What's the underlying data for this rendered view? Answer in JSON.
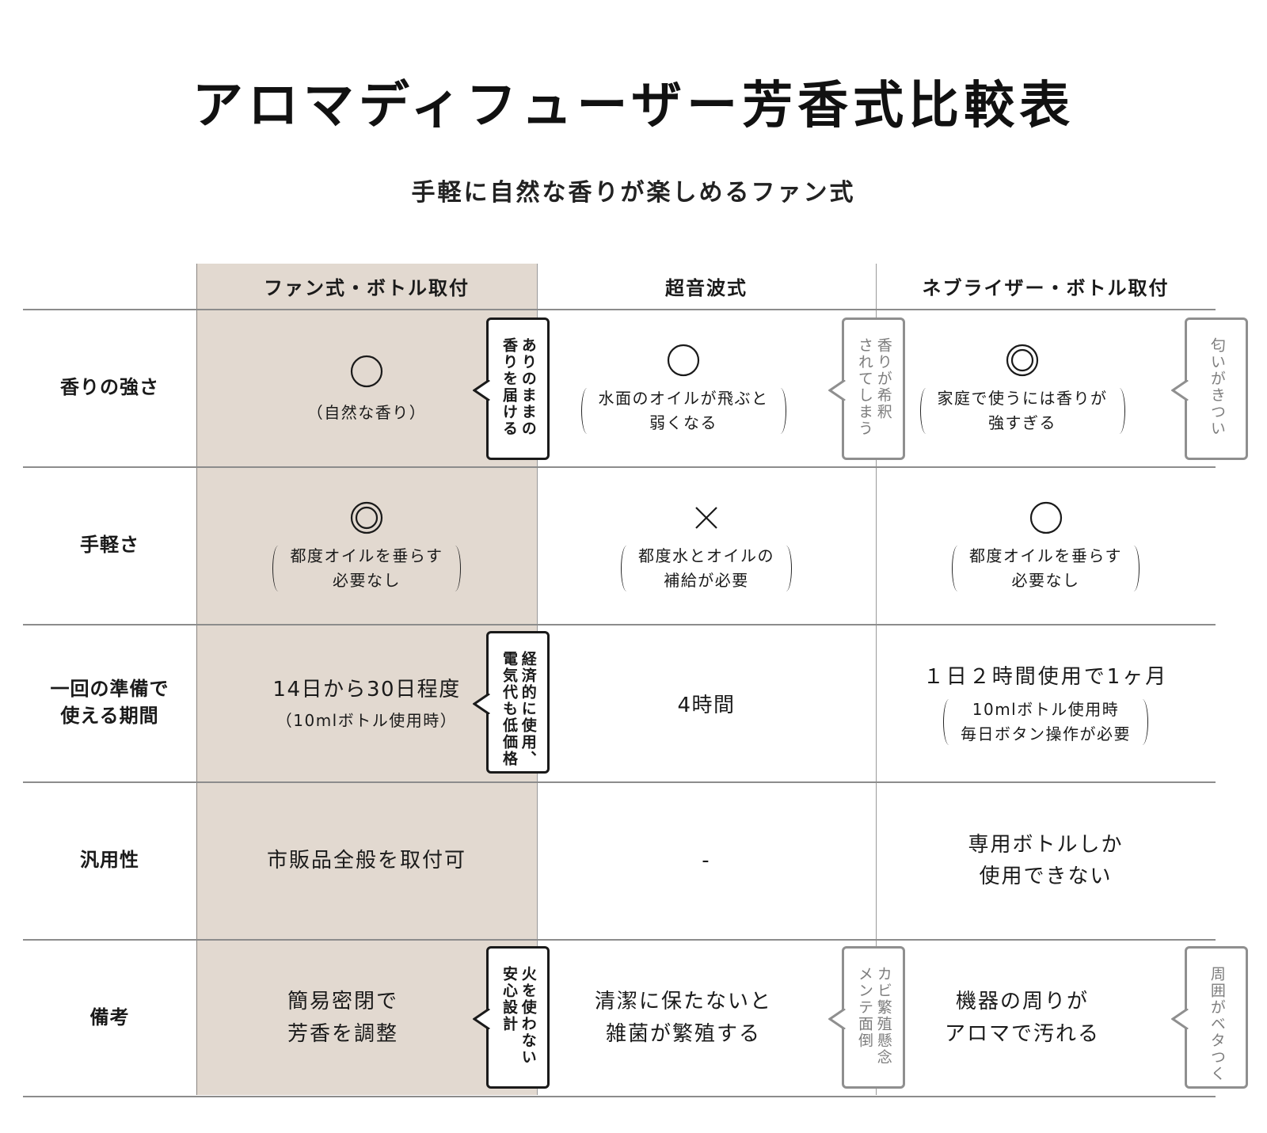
{
  "header": {
    "title": "アロマディフューザー芳香式比較表",
    "subtitle": "手軽に自然な香りが楽しめるファン式"
  },
  "colors": {
    "highlight_column": "#e2d9d0",
    "line": "#8c8c8c",
    "text": "#1a1a1a",
    "bubble_gray": "#8f8f8f"
  },
  "table": {
    "columns": [
      {
        "label": "ファン式・ボトル取付",
        "highlighted": true
      },
      {
        "label": "超音波式"
      },
      {
        "label": "ネブライザー・ボトル取付"
      }
    ],
    "rows": [
      {
        "label": "香りの強さ",
        "cells": [
          {
            "mark": "circle",
            "mark_text": "○",
            "note": "（自然な香り）",
            "bubble": "ありのままの\n香りを届ける"
          },
          {
            "mark": "circle",
            "mark_text": "○",
            "note": "水面のオイルが飛ぶと\n弱くなる",
            "bubble": "香りが希釈\nされてしまう"
          },
          {
            "mark": "double-circle",
            "mark_text": "◎",
            "note": "家庭で使うには香りが\n強すぎる",
            "bubble": "匂いがきつい"
          }
        ]
      },
      {
        "label": "手軽さ",
        "cells": [
          {
            "mark": "double-circle",
            "mark_text": "◎",
            "note": "都度オイルを垂らす\n必要なし"
          },
          {
            "mark": "cross",
            "mark_text": "×",
            "note": "都度水とオイルの\n補給が必要"
          },
          {
            "mark": "circle",
            "mark_text": "○",
            "note": "都度オイルを垂らす\n必要なし"
          }
        ]
      },
      {
        "label": "一回の準備で\n使える期間",
        "cells": [
          {
            "main": "14日から30日程度",
            "note": "（10mlボトル使用時）",
            "bubble": "経済的に使用、\n電気代も低価格"
          },
          {
            "main": "4時間"
          },
          {
            "main": "１日２時間使用で1ヶ月",
            "note": "10mlボトル使用時\n毎日ボタン操作が必要"
          }
        ]
      },
      {
        "label": "汎用性",
        "cells": [
          {
            "main": "市販品全般を取付可"
          },
          {
            "main": "-"
          },
          {
            "main": "専用ボトルしか\n使用できない"
          }
        ]
      },
      {
        "label": "備考",
        "cells": [
          {
            "main": "簡易密閉で\n芳香を調整",
            "bubble": "火を使わない\n安心設計"
          },
          {
            "main": "清潔に保たないと\n雑菌が繁殖する",
            "bubble": "カビ繁殖懸念\nメンテ面倒"
          },
          {
            "main": "機器の周りが\nアロマで汚れる",
            "bubble": "周囲がベタつく"
          }
        ]
      }
    ]
  }
}
